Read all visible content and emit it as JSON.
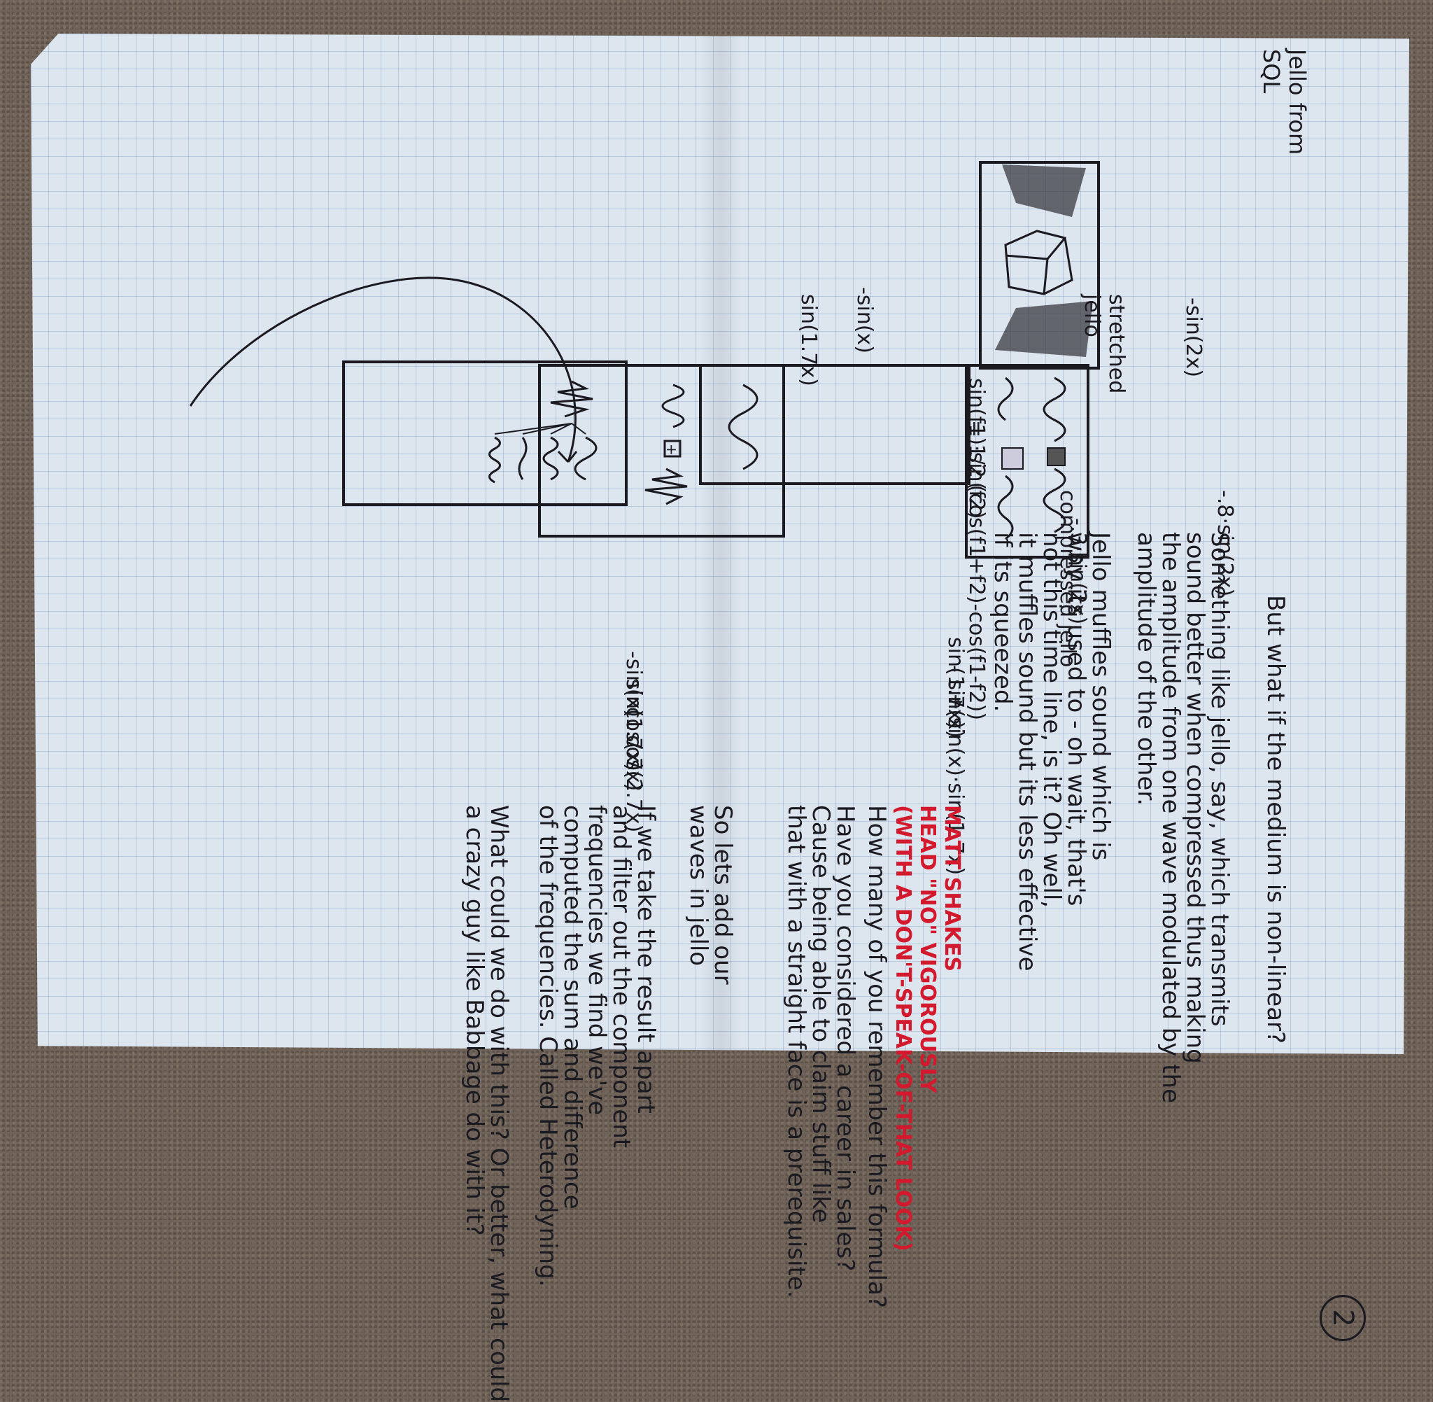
{
  "page_number": "2",
  "top_left_labels": {
    "jello_from_sql": "Jello from SQL",
    "neg_sin_2x": "-sin(2x)",
    "stretched_jello": "stretched jello",
    "compressed_jello": "compressed jello",
    "neg_08_sin2x": "-.8·sin(2x)",
    "neg_03_sin2x": "-.3·sin(2x)"
  },
  "product_formula": {
    "line1": "sin(f1)·sin(f2)",
    "line2": "= 1/2 (cos(f1+f2)-cos(f1-f2))"
  },
  "wave_sum_box": {
    "left_label_top": "-sin(x)",
    "left_label_bottom": "sin(1.7x)",
    "right_label_1": "sin(1.7x)",
    "right_label_2": "- sin(x)",
    "right_label_3": "+ sin(x)·sin(1.7x)"
  },
  "filter_box_labels": [
    "-sin(x)",
    "sin(1.7x)",
    "cos(.7x)",
    "cos(2.7x)"
  ],
  "paragraphs": {
    "p1": "But what if the medium is non-linear?",
    "p2_l1": "Something like jello, say, which transmits",
    "p2_l2": "sound better when compressed thus making",
    "p2_l3": "the amplitude from one wave modulated by the",
    "p2_l4": "amplitude of the other.",
    "p3_l1": "Jello muffles sound which is",
    "p3_l2": "why its used to - oh wait, that's",
    "p3_l3": "not this time line, is it? Oh well,",
    "p3_l4": "it muffles sound but its less effective",
    "p3_l5": "if its squeezed.",
    "p4": "How many of you remember this formula?",
    "p5_l1": "Have you considered a career in sales?",
    "p5_l2": "Cause being able to claim stuff like",
    "p5_l3": "that with a straight face is a prerequisite.",
    "p6_l1": "So lets add our",
    "p6_l2": "waves in jello",
    "p7_l1": "If we take the result apart",
    "p7_l2": "and filter out the component",
    "p7_l3": "frequencies we find we've",
    "p7_l4": "computed the sum and difference",
    "p7_l5": "of the frequencies. Called Heterodyning.",
    "p8_l1": "What could we do with this? Or better, what could",
    "p8_l2": "a crazy guy like Babbage do with it?"
  },
  "red_annotation": {
    "l1": "MATT SHAKES",
    "l2": "HEAD \"NO\" VIGOROUSLY",
    "l3": "(WITH A DON'T-SPEAK-OF-THAT LOOK)"
  },
  "ink_colors": {
    "black": "#1a1a20",
    "red": "#d2192d",
    "paper": "#dde6ef"
  }
}
